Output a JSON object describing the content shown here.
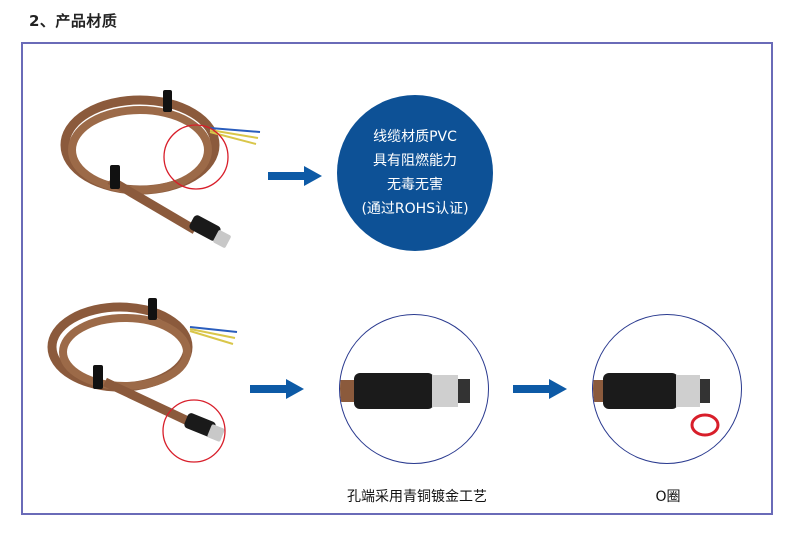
{
  "section": {
    "title": "2、产品材质"
  },
  "row1": {
    "cable_image": "cable-coil-photo",
    "highlight": "red-circle-cable-sheath",
    "feature_box": {
      "lines": [
        "线缆材质PVC",
        "具有阻燃能力",
        "无毒无害",
        "(通过ROHS认证)"
      ],
      "background_color": "#0d5196"
    }
  },
  "row2": {
    "cable_image": "cable-coil-photo",
    "highlight": "red-circle-connector",
    "detail1": {
      "image": "connector-closeup",
      "caption": "孔端采用青铜镀金工艺"
    },
    "detail2": {
      "image": "connector-with-o-ring",
      "caption": "O圈"
    }
  },
  "colors": {
    "arrow": "#0d5aa6",
    "frame": "#6a6bb8",
    "highlight_ring": "#d81e2a",
    "detail_ring": "#2a3a8f"
  }
}
